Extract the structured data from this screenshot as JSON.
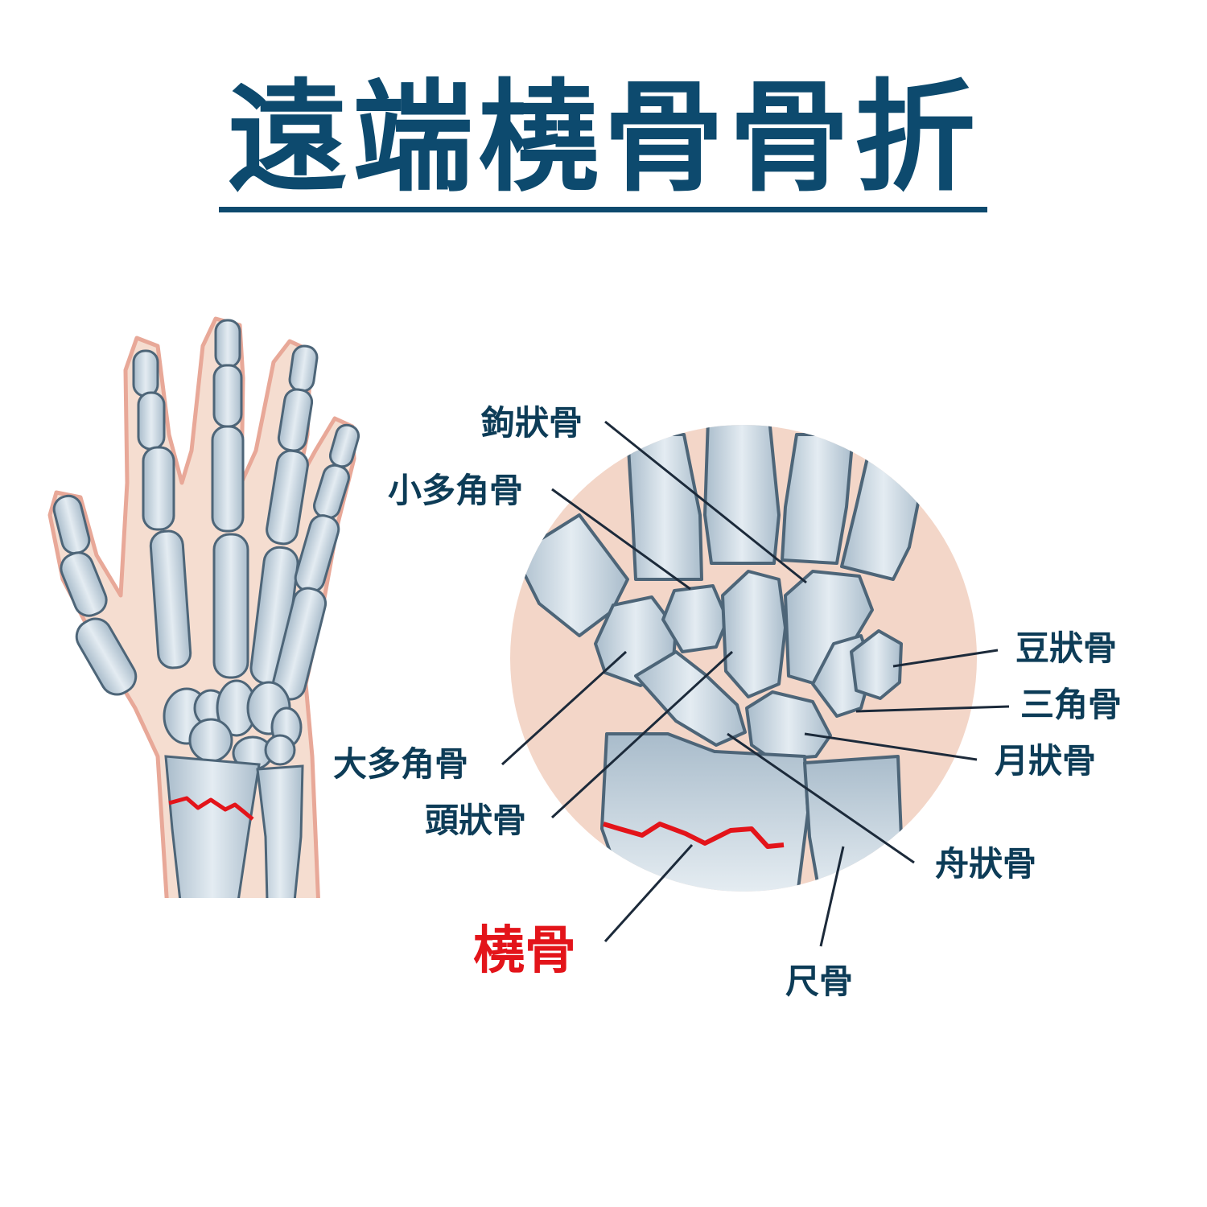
{
  "title": "遠端橈骨骨折",
  "labels": {
    "hamate": "鉤狀骨",
    "trapezoid": "小多角骨",
    "trapezium": "大多角骨",
    "capitate": "頭狀骨",
    "pisiform": "豆狀骨",
    "triquetrum": "三角骨",
    "lunate": "月狀骨",
    "scaphoid": "舟狀骨",
    "radius": "橈骨",
    "ulna": "尺骨"
  },
  "colors": {
    "title": "#0d4a6e",
    "label": "#0d3c57",
    "fracture": "#e3141a",
    "bone_fill": "#c9d6e0",
    "bone_stroke": "#4d6578",
    "skin": "#f3d6c8",
    "skin_stroke": "#e8a898"
  }
}
